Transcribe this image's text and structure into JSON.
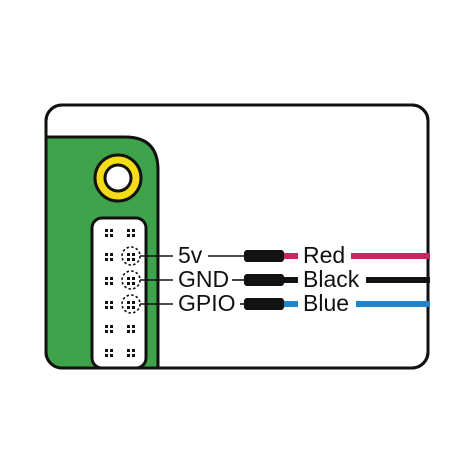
{
  "pins": [
    {
      "label": "5v",
      "wire_label": "Red",
      "color": "#c8275a"
    },
    {
      "label": "GND",
      "wire_label": "Black",
      "color": "#111111"
    },
    {
      "label": "GPIO",
      "wire_label": "Blue",
      "color": "#1f84c8"
    }
  ],
  "colors": {
    "board": "#3ea34a",
    "mount_hole_ring": "#f2dd16",
    "outline": "#111111",
    "background": "#ffffff"
  },
  "icons": {
    "mount_hole": "mounting-hole-icon",
    "header": "gpio-header-icon"
  }
}
